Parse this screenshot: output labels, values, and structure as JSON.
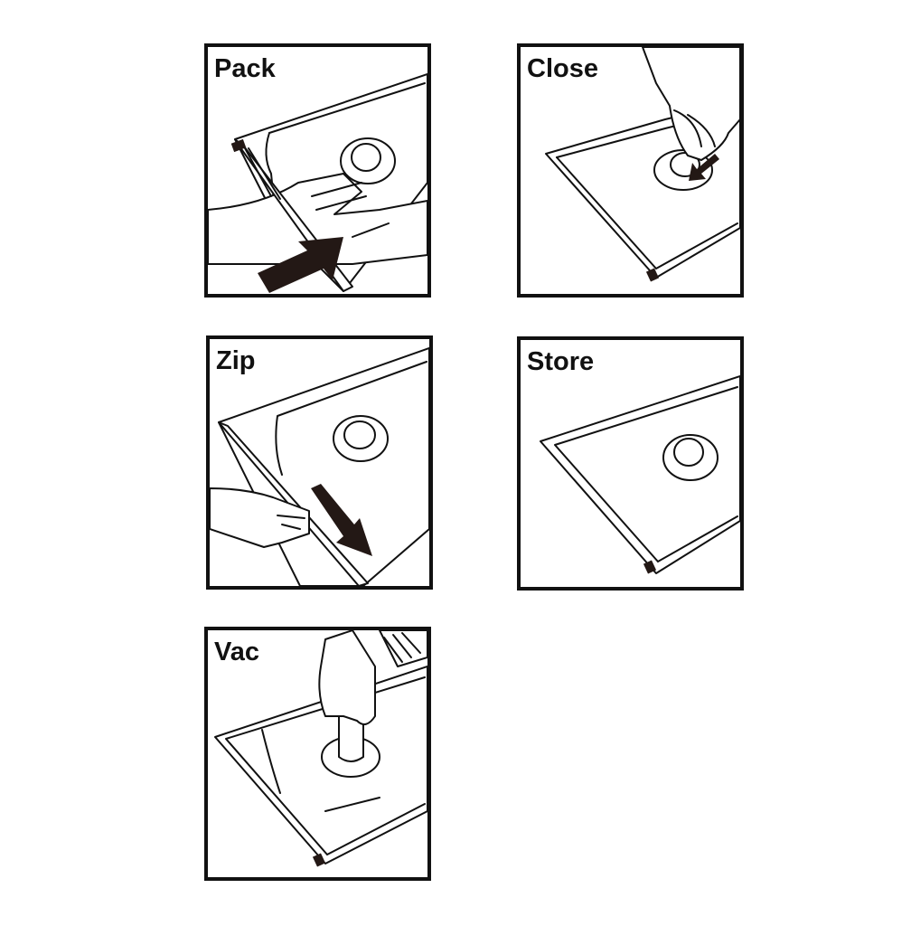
{
  "steps": [
    {
      "label": "Pack",
      "icon": "hand-packing-bag-with-arrow"
    },
    {
      "label": "Close",
      "icon": "hand-closing-valve-cap"
    },
    {
      "label": "Zip",
      "icon": "hand-sliding-zipper-with-arrow"
    },
    {
      "label": "Store",
      "icon": "sealed-bag"
    },
    {
      "label": "Vac",
      "icon": "vacuum-hose-on-valve"
    }
  ],
  "colors": {
    "border": "#111111",
    "arrow": "#231815",
    "background": "#ffffff"
  }
}
